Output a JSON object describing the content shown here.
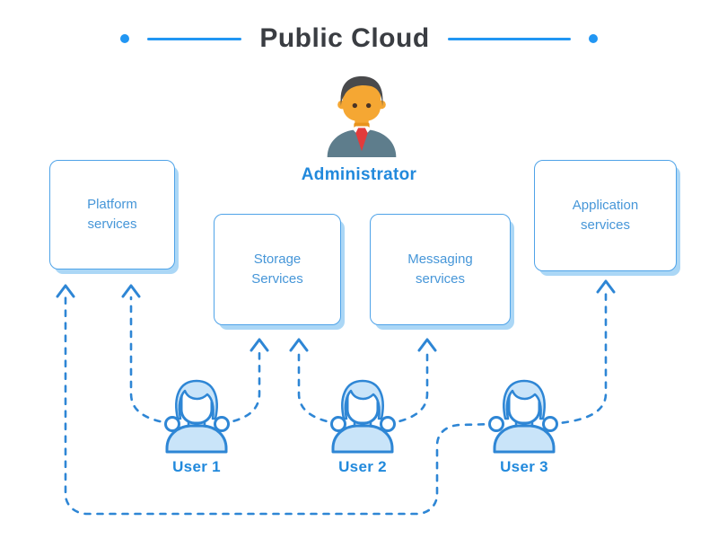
{
  "title": "Public Cloud",
  "administrator": {
    "label": "Administrator",
    "icon": "administrator-person-suit-icon"
  },
  "services": [
    {
      "id": "platform",
      "label": "Platform services"
    },
    {
      "id": "storage",
      "label": "Storage Services"
    },
    {
      "id": "messaging",
      "label": "Messaging services"
    },
    {
      "id": "application",
      "label": "Application services"
    }
  ],
  "users": [
    {
      "label": "User 1",
      "icon": "user-person-icon"
    },
    {
      "label": "User 2",
      "icon": "user-person-icon"
    },
    {
      "label": "User 3",
      "icon": "user-person-icon"
    }
  ],
  "connections": [
    {
      "from": "User 1",
      "to": "Platform services",
      "style": "dashed-arrow"
    },
    {
      "from": "User 1",
      "to": "Storage Services",
      "style": "dashed-arrow"
    },
    {
      "from": "User 2",
      "to": "Storage Services",
      "style": "dashed-arrow"
    },
    {
      "from": "User 2",
      "to": "Messaging services",
      "style": "dashed-arrow"
    },
    {
      "from": "User 3",
      "to": "Platform services",
      "style": "dashed-arrow-long-bottom-route"
    },
    {
      "from": "User 3",
      "to": "Application services",
      "style": "dashed-arrow"
    }
  ],
  "colors": {
    "accent_blue": "#2E86D5",
    "title_line_blue": "#2196F3",
    "box_border": "#4FA3E8",
    "box_text": "#4696D8",
    "box_shadow": "#ABD7F6",
    "label_blue": "#2189DC",
    "title_text": "#3A3D42",
    "admin_suit": "#5E7D8C",
    "admin_skin": "#F5A733",
    "admin_hair": "#494A4C",
    "admin_tie": "#E23B3B",
    "user_fill": "#C9E4F9"
  }
}
